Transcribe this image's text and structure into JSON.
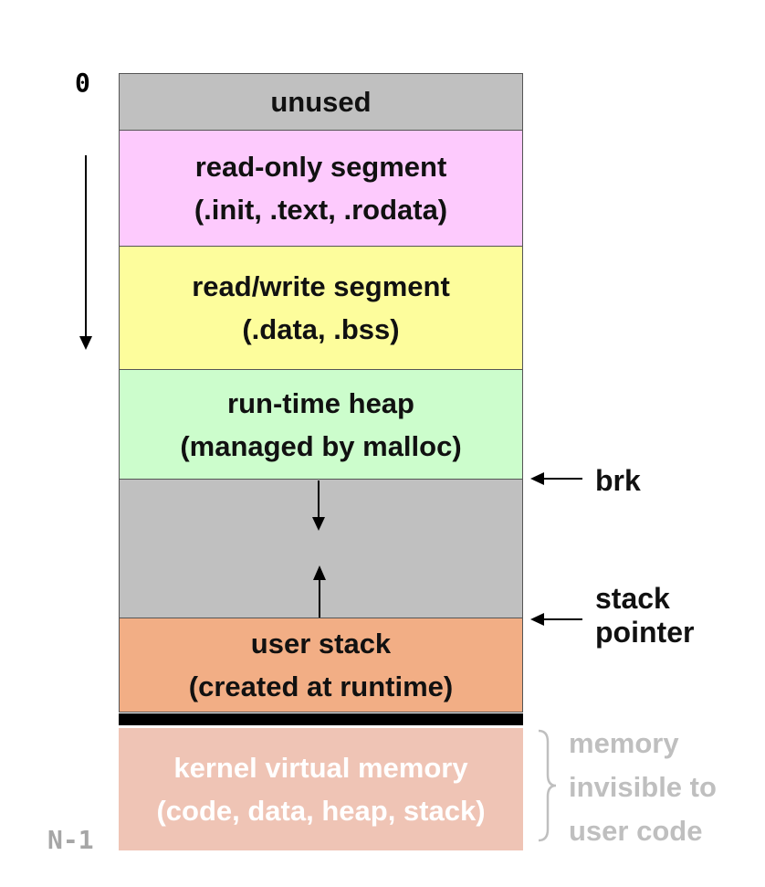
{
  "address_top": "0",
  "address_bottom": "N-1",
  "segments": {
    "unused": {
      "line1": "unused"
    },
    "readonly": {
      "line1": "read-only segment",
      "line2": "(.init, .text, .rodata)"
    },
    "readwrite": {
      "line1": "read/write segment",
      "line2": "(.data, .bss)"
    },
    "heap": {
      "line1": "run-time heap",
      "line2": "(managed by malloc)"
    },
    "gap": {},
    "stack": {
      "line1": "user stack",
      "line2": "(created at runtime)"
    },
    "kernel": {
      "line1": "kernel virtual memory",
      "line2": "(code, data, heap, stack)"
    }
  },
  "pointers": {
    "brk": "brk",
    "stack_pointer_line1": "stack",
    "stack_pointer_line2": "pointer"
  },
  "kernel_note": {
    "line1": "memory",
    "line2": "invisible to",
    "line3": "user code"
  },
  "colors": {
    "unused": "#c0c0c0",
    "readonly": "#fdcafd",
    "readwrite": "#fdfd9c",
    "heap": "#ccfdcc",
    "gap": "#c0c0c0",
    "stack": "#f2ae85",
    "kernel": "#efc4b5"
  }
}
